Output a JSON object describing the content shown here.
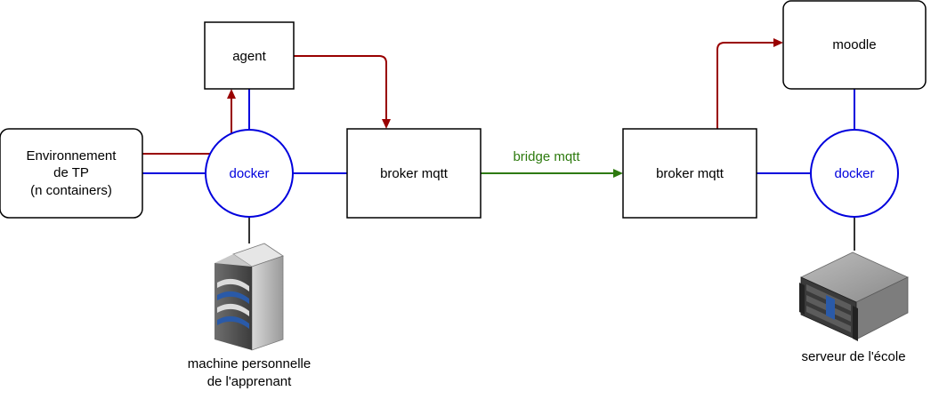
{
  "colors": {
    "blue": "#0000dd",
    "dark_red": "#990000",
    "green": "#2d7a0e",
    "black": "#000000",
    "dark_gray": "#333333"
  },
  "nodes": {
    "agent": "agent",
    "env_line1": "Environnement",
    "env_line2": "de TP",
    "env_line3": "(n containers)",
    "docker_left": "docker",
    "broker_left": "broker mqtt",
    "broker_right": "broker mqtt",
    "moodle": "moodle",
    "docker_right": "docker"
  },
  "edges": {
    "bridge_label": "bridge mqtt"
  },
  "captions": {
    "left_server_line1": "machine personnelle",
    "left_server_line2": "de l'apprenant",
    "right_server": "serveur de l'école"
  },
  "icons": {
    "left_server": "tower-server-icon",
    "right_server": "rack-server-icon"
  }
}
